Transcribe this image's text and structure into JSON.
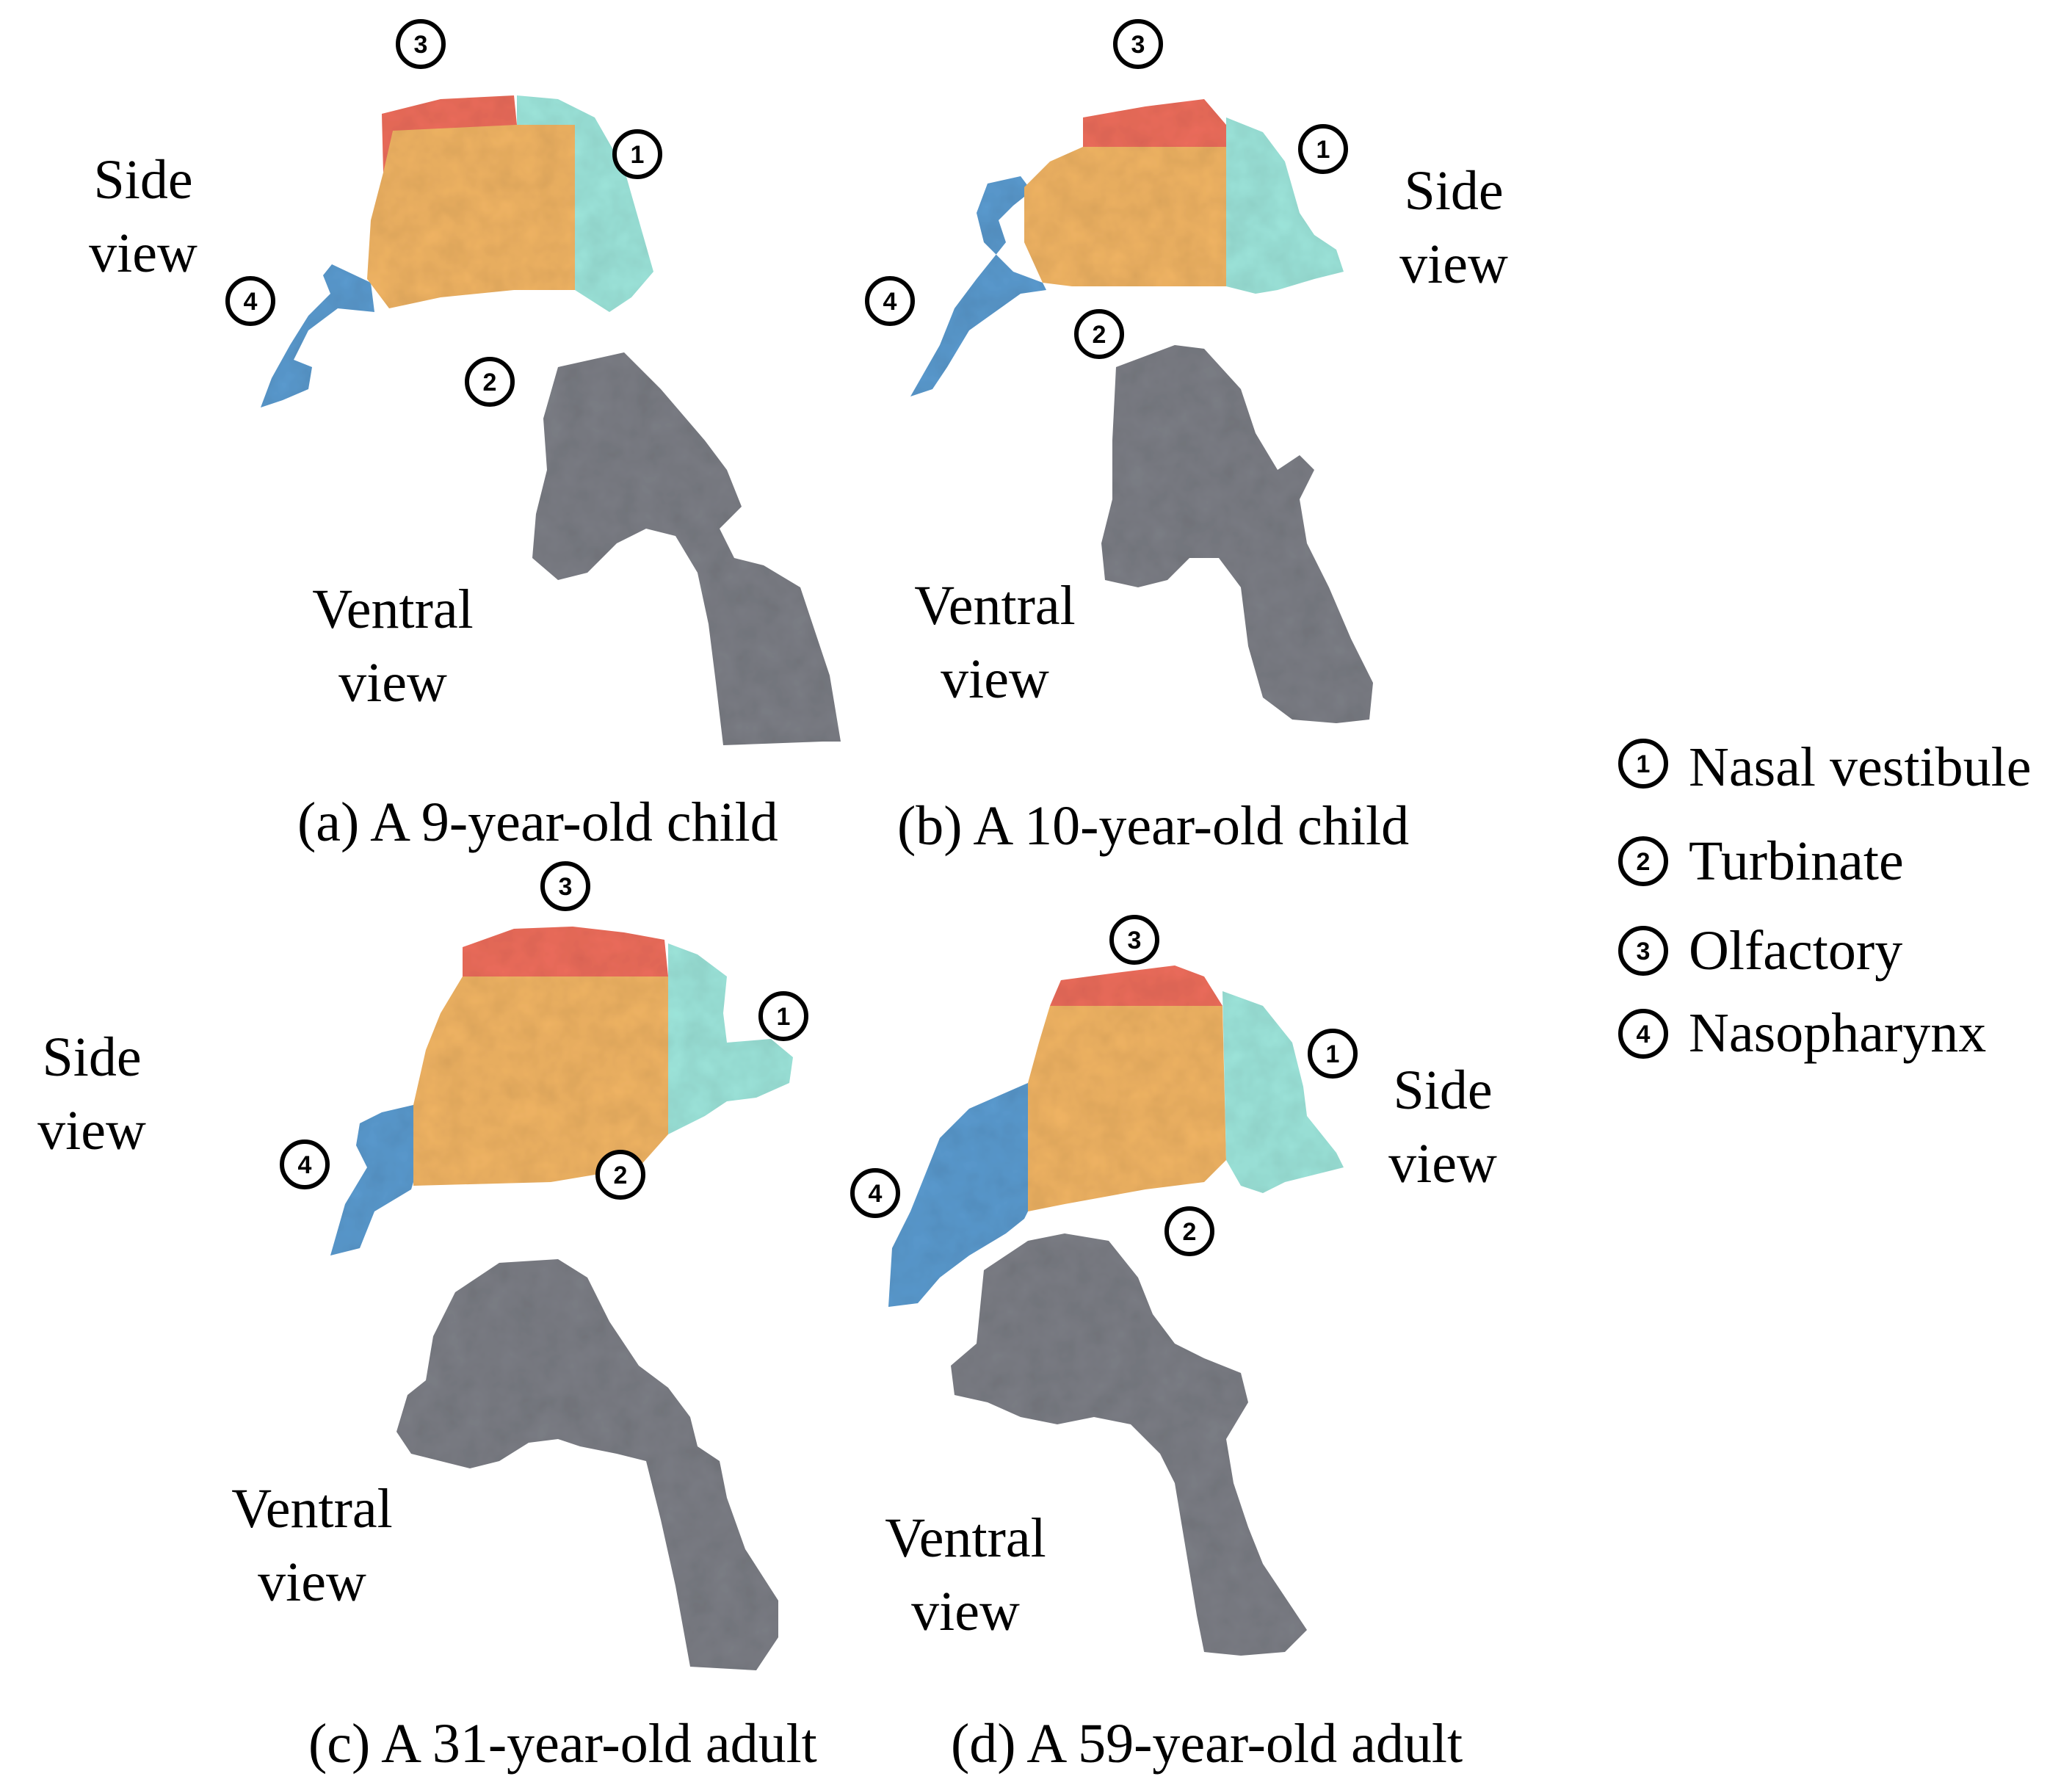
{
  "colors": {
    "nasal_vestibule": "#9ee6dc",
    "turbinate": "#f2b565",
    "olfactory": "#ef6e5d",
    "nasopharynx": "#5b9bd0",
    "ventral": "#7d7f86"
  },
  "panels": [
    {
      "caption": "(a) A 9-year-old child",
      "side_view": "Side\nview",
      "ventral_view": "Ventral\nview"
    },
    {
      "caption": "(b) A 10-year-old child",
      "side_view": "Side\nview",
      "ventral_view": "Ventral\nview"
    },
    {
      "caption": "(c) A 31-year-old adult",
      "side_view": "Side\nview",
      "ventral_view": "Ventral\nview"
    },
    {
      "caption": "(d) A 59-year-old adult",
      "side_view": "Side\nview",
      "ventral_view": "Ventral\nview"
    }
  ],
  "region_markers": [
    "1",
    "2",
    "3",
    "4"
  ],
  "legend": [
    {
      "number": "1",
      "label": "Nasal vestibule"
    },
    {
      "number": "2",
      "label": "Turbinate"
    },
    {
      "number": "3",
      "label": "Olfactory"
    },
    {
      "number": "4",
      "label": "Nasopharynx"
    }
  ]
}
